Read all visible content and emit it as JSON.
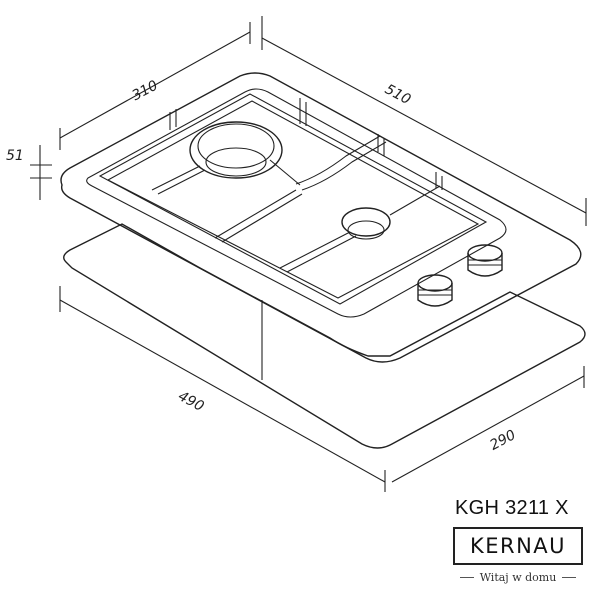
{
  "dimensions": {
    "depth_top": "310",
    "width_top": "510",
    "height": "51",
    "cutout_width": "490",
    "cutout_depth": "290"
  },
  "product": {
    "model": "KGH 3211 X",
    "brand": "KERNAU",
    "tagline": "Witaj w domu"
  },
  "icons": [
    "hob-drawing-icon",
    "burner-large-icon",
    "burner-small-icon",
    "control-knob-icon"
  ]
}
